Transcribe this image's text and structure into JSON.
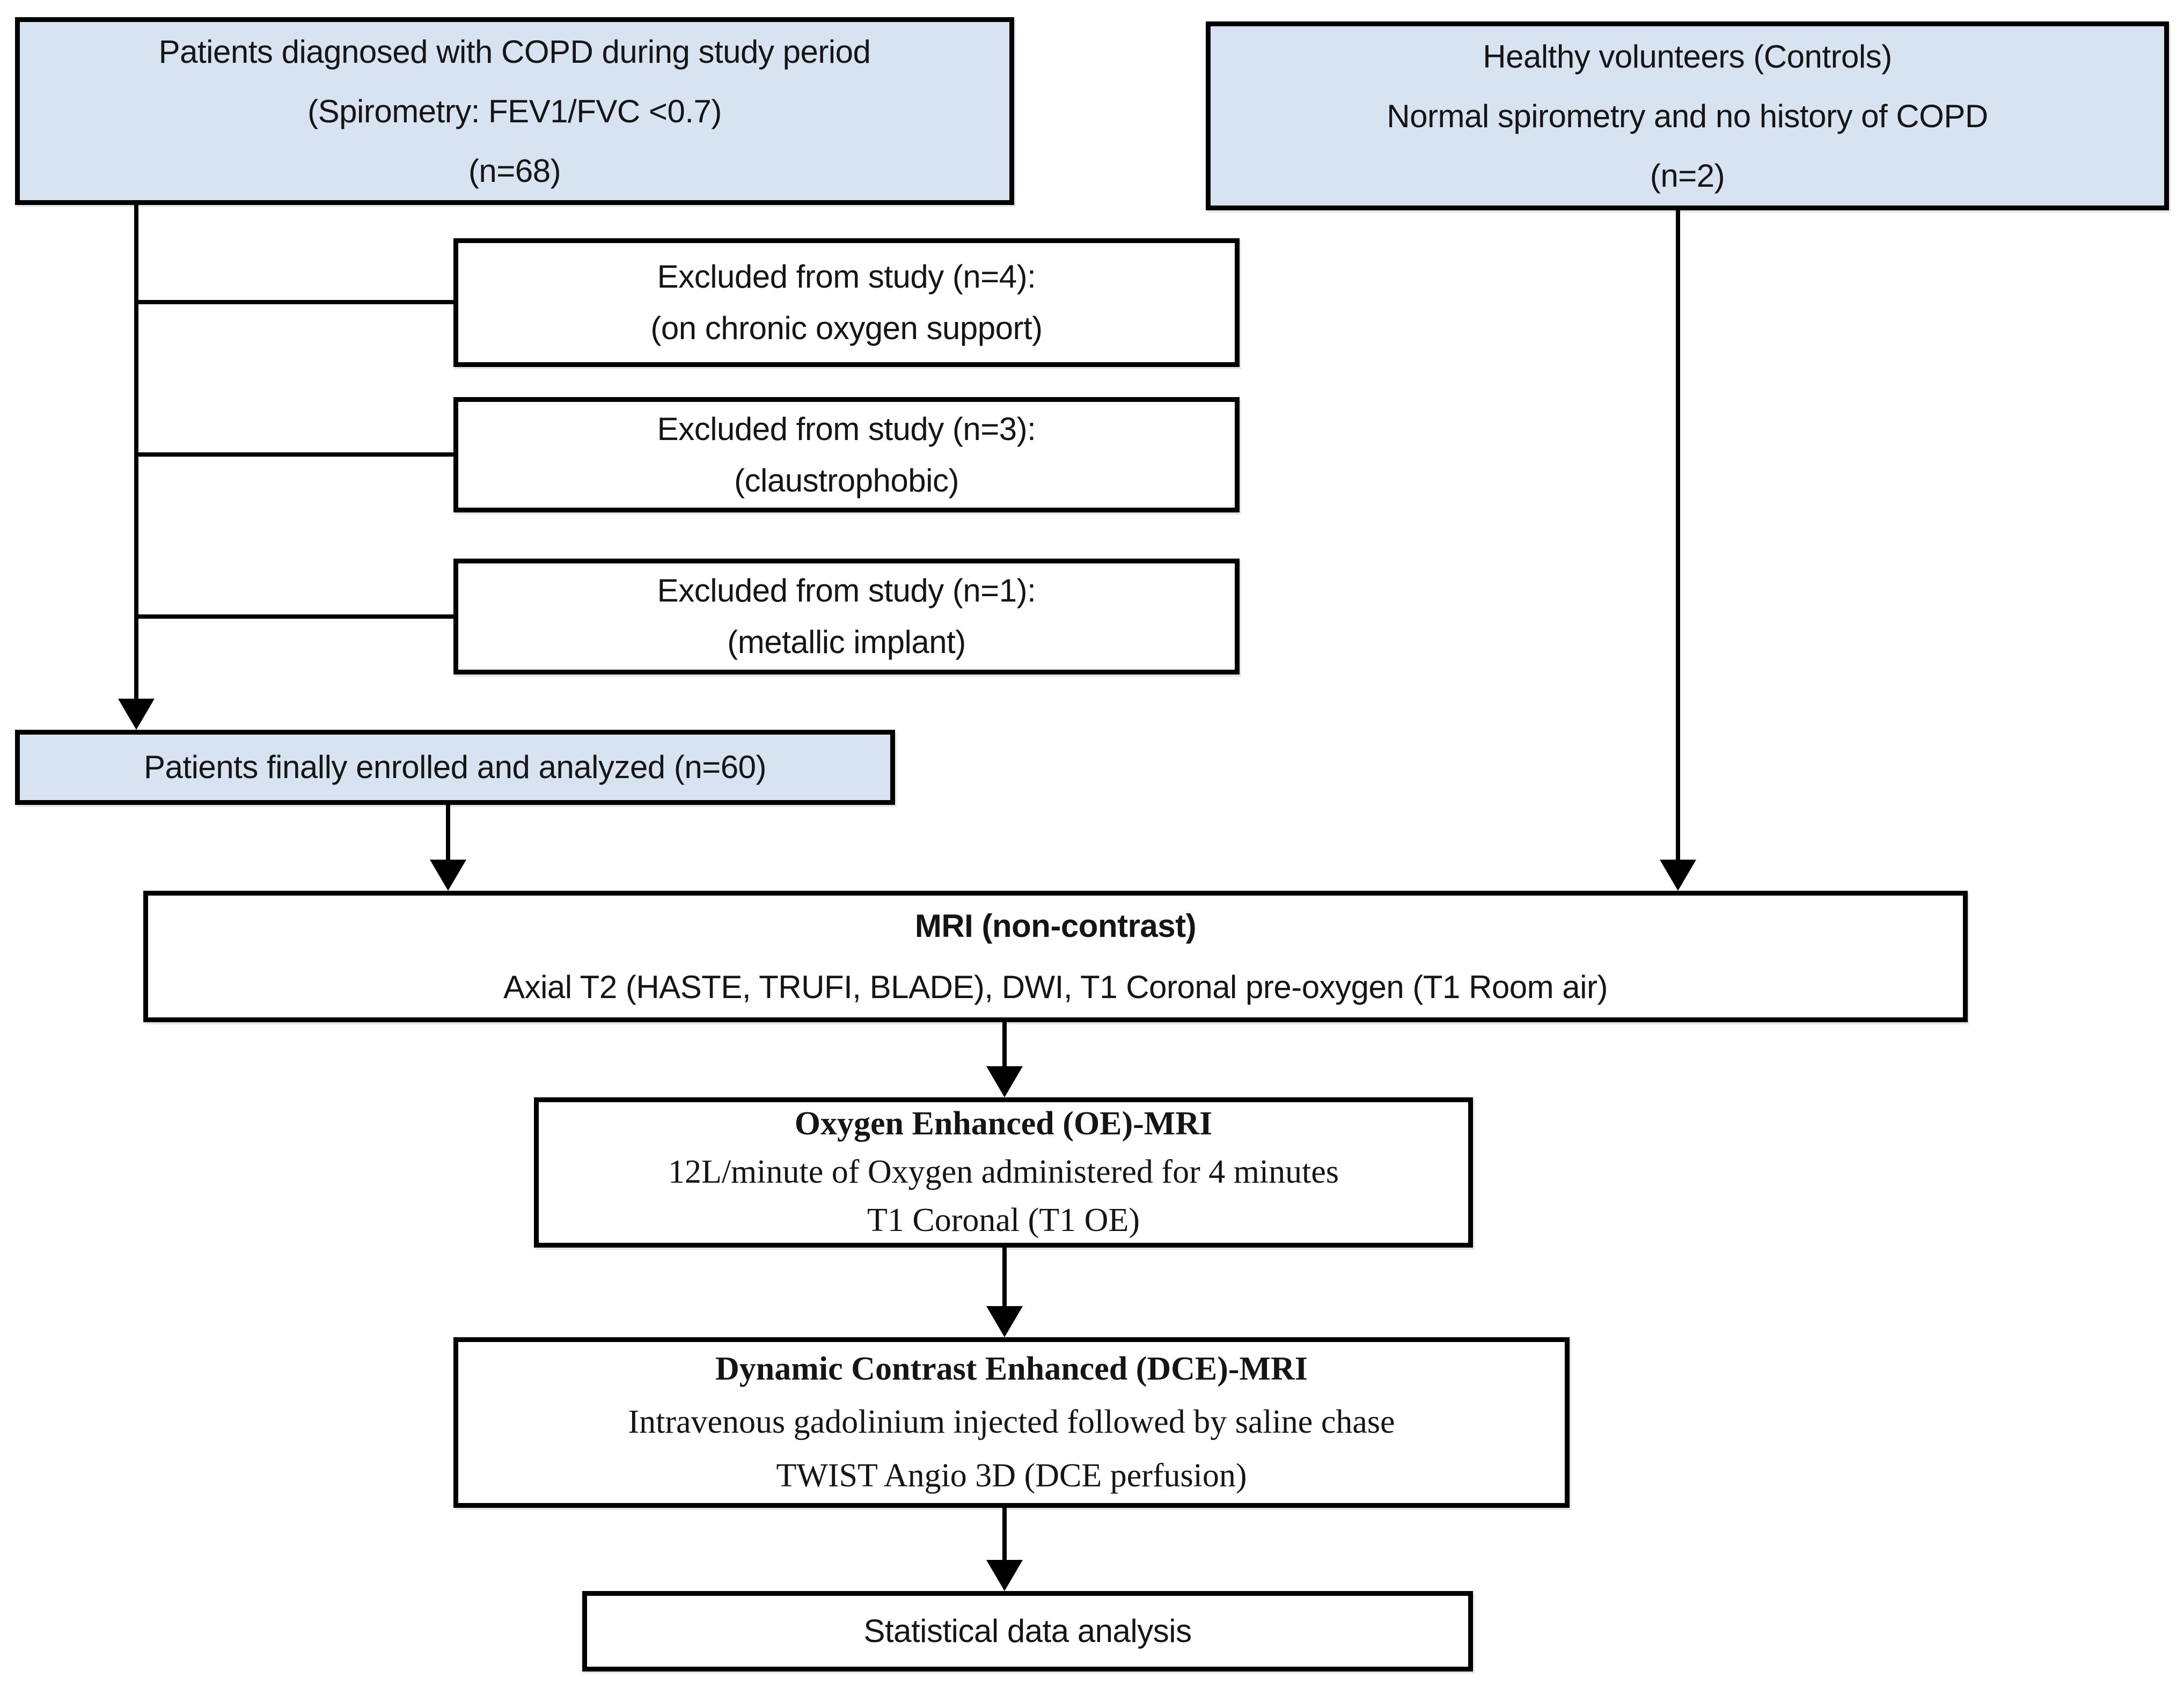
{
  "diagram": {
    "type": "flowchart",
    "description": "Study enrollment and MRI protocol flow diagram",
    "colors": {
      "highlight_fill": "#d7e3f0",
      "box_fill": "#ffffff",
      "border": "#000000",
      "text": "#151515"
    },
    "nodes": {
      "copd_patients": {
        "lines": [
          "Patients diagnosed with COPD during study period",
          "(Spirometry: FEV1/FVC <0.7)",
          "(n=68)"
        ]
      },
      "healthy_controls": {
        "lines": [
          "Healthy volunteers (Controls)",
          "Normal spirometry and no history of COPD",
          "(n=2)"
        ]
      },
      "excluded_oxygen": {
        "lines": [
          "Excluded from study (n=4):",
          "(on chronic oxygen support)"
        ]
      },
      "excluded_claustrophobic": {
        "lines": [
          "Excluded from study (n=3):",
          "(claustrophobic)"
        ]
      },
      "excluded_implant": {
        "lines": [
          "Excluded from study (n=1):",
          "(metallic implant)"
        ]
      },
      "enrolled": {
        "lines": [
          "Patients finally enrolled and analyzed (n=60)"
        ]
      },
      "mri_non_contrast": {
        "title": "MRI (non-contrast)",
        "lines": [
          "Axial T2 (HASTE, TRUFI, BLADE), DWI, T1 Coronal pre-oxygen (T1 Room air)"
        ]
      },
      "oe_mri": {
        "title": "Oxygen Enhanced (OE)-MRI",
        "lines": [
          "12L/minute of Oxygen administered for 4 minutes",
          "T1 Coronal (T1 OE)"
        ]
      },
      "dce_mri": {
        "title": "Dynamic Contrast Enhanced (DCE)-MRI",
        "lines": [
          "Intravenous gadolinium injected followed by saline chase",
          "TWIST Angio 3D (DCE perfusion)"
        ]
      },
      "statistics": {
        "lines": [
          "Statistical data analysis"
        ]
      }
    },
    "edges": [
      {
        "from": "copd_patients",
        "to": "excluded_oxygen",
        "type": "branch"
      },
      {
        "from": "copd_patients",
        "to": "excluded_claustrophobic",
        "type": "branch"
      },
      {
        "from": "copd_patients",
        "to": "excluded_implant",
        "type": "branch"
      },
      {
        "from": "copd_patients",
        "to": "enrolled",
        "type": "arrow"
      },
      {
        "from": "healthy_controls",
        "to": "mri_non_contrast",
        "type": "arrow"
      },
      {
        "from": "enrolled",
        "to": "mri_non_contrast",
        "type": "arrow"
      },
      {
        "from": "mri_non_contrast",
        "to": "oe_mri",
        "type": "arrow"
      },
      {
        "from": "oe_mri",
        "to": "dce_mri",
        "type": "arrow"
      },
      {
        "from": "dce_mri",
        "to": "statistics",
        "type": "arrow"
      }
    ]
  }
}
